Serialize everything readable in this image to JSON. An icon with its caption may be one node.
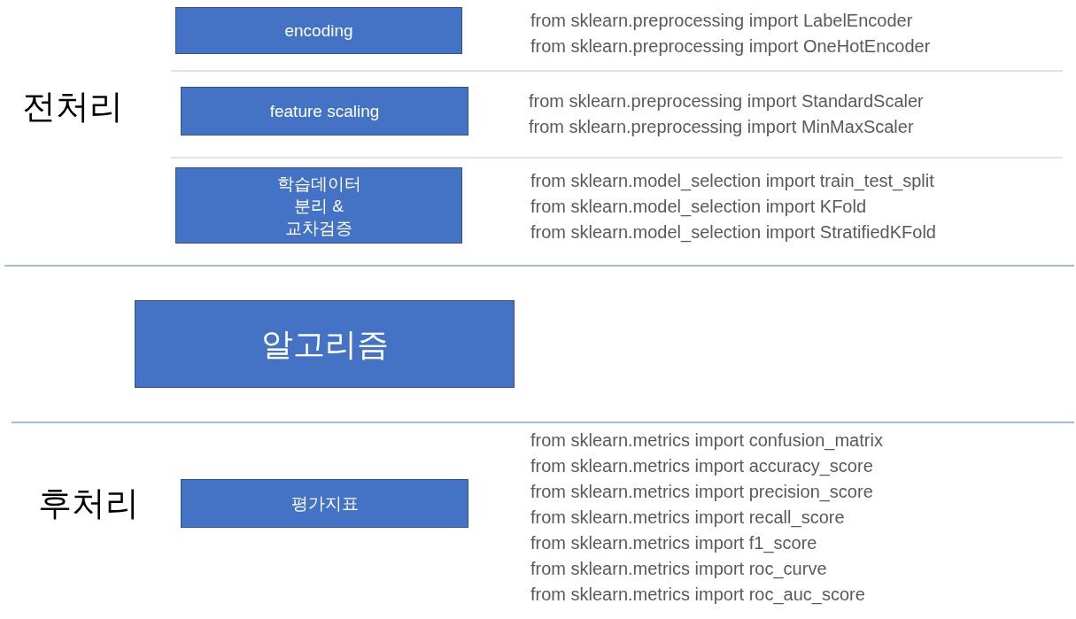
{
  "diagram": {
    "nodes": [
      {
        "text": [
          "encoding"
        ],
        "beside": [
          "from sklearn.preprocessing import LabelEncoder",
          "from sklearn.preprocessing import OneHotEncoder"
        ]
      },
      {
        "text": [
          "feature scaling"
        ],
        "beside": [
          "from sklearn.preprocessing import StandardScaler",
          "from sklearn.preprocessing import MinMaxScaler"
        ]
      },
      {
        "text": [
          "학습데이터 분리 & 교차검증"
        ],
        "beside": [
          "from sklearn.model_selection import train_test_split",
          "from sklearn.model_selection import KFold",
          "from sklearn.model_selection import StratifiedKFold"
        ]
      },
      {
        "text": [
          "알고리즘"
        ]
      },
      {
        "text": [
          "평가지표"
        ],
        "beside": [
          "from sklearn.metrics import confusion_matrix",
          "from sklearn.metrics import accuracy_score",
          "from sklearn.metrics import precision_score",
          "from sklearn.metrics import recall_score",
          "from sklearn.metrics import f1_score",
          "from sklearn.metrics import roc_curve",
          "from sklearn.metrics import roc_auc_score"
        ]
      }
    ],
    "edges": [],
    "labels": [
      "전처리",
      "후처리"
    ]
  }
}
